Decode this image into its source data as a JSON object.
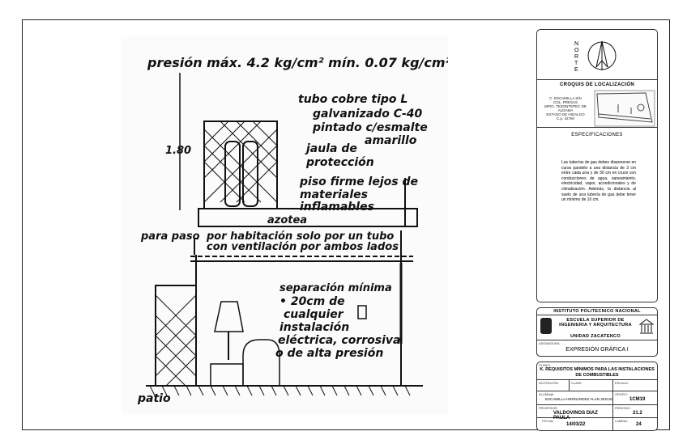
{
  "drawing": {
    "pressure": "presión máx. 4.2 kg/cm² mín. 0.07 kg/cm²",
    "pipe_lines": [
      "tubo cobre tipo L",
      "galvanizado C-40",
      "pintado c/esmalte",
      "amarillo"
    ],
    "cage_lines": [
      "jaula de",
      "protección"
    ],
    "height": "1.80",
    "floor_lines": [
      "piso firme lejos de",
      "materiales",
      "inflamables"
    ],
    "roof": "azotea",
    "passage": "para paso",
    "room_lines": [
      "por habitación solo por un tubo",
      "con ventilación por ambos lados"
    ],
    "separation_lines": [
      "separación mínima",
      "• 20cm de",
      "cualquier",
      "instalación",
      "eléctrica, corrosiva",
      "o de alta presión"
    ],
    "patio": "patio"
  },
  "titleblock": {
    "north": "NORTE",
    "location_title": "CROQUIS DE LOCALIZACIÓN",
    "address": [
      "C. ESCAMILLA S/N",
      "COL. PRESAS",
      "MPIO. TEZONTEPEC DE ALDAMA",
      "ESTADO DE HIDALGO",
      "C.p. 42760"
    ],
    "specs_title": "ESPECIFICACIONES",
    "specs_text": "Las tuberías de gas deben disponerse en curso paralelo a una distancia de 3 cm entre cada una y de 30 cm en cruce con conducciones de agua, saneamiento, electricidad, vapor, acondicionales y de climatización. Además, la distancia al suelo de una tubería de gas debe tener un mínimo de 10 cm.",
    "institute": "INSTITUTO POLITECNICO NACIONAL",
    "school": [
      "ESCUELA SUPERIOR DE",
      "INGENIERIA Y ARQUITECTURA"
    ],
    "unit": "UNIDAD ZACATENCO",
    "subject_label": "ASIGNATURA:",
    "subject": "EXPRESIÓN GRÁFICA I",
    "plan_label": "PLANO:",
    "plan": "K. REQUISITOS MÍNIMOS PARA LAS INSTALACIONES DE COMBUSTIBLES",
    "acotacion_label": "ACOTACIÓN:",
    "clave_label": "CLAVE:",
    "escala_label": "ESCALA:",
    "alumno_label": "ALUMN@:",
    "alumno": "ESCAMILLA HERNANDEZ ALAN JESUS",
    "grupo_label": "GRUPO:",
    "grupo": "1CM19",
    "profesor_label": "PROFESOR:",
    "profesor": "VALDOVINOS DIAZ PAULA",
    "periodo_label": "PERIODO:",
    "periodo": "21.2",
    "fecha_label": "FECHA:",
    "fecha": "14/03/22",
    "lamina_label": "LAMINA:",
    "lamina": "24"
  }
}
